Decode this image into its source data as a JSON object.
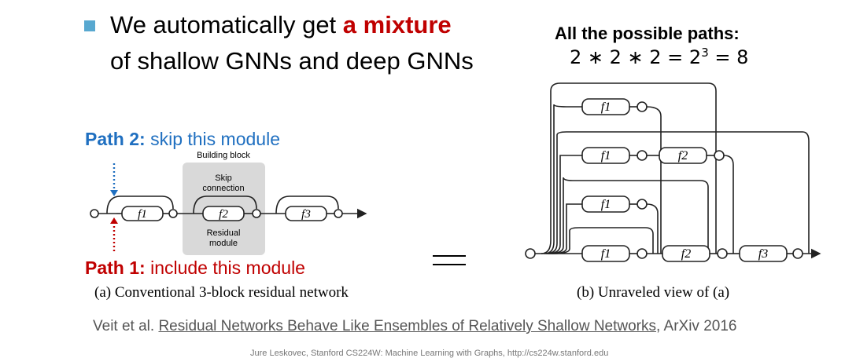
{
  "headline": {
    "line1_plain": "We automatically get ",
    "line1_highlight": "a mixture",
    "line2_highlight": "of shallow GNNs and deep GNNs"
  },
  "paths": {
    "title": "All the possible paths:",
    "formula_main": "2 ∗ 2 ∗ 2 = 2",
    "formula_exp": "3",
    "formula_result": " = 8"
  },
  "path2": {
    "label": "Path 2:",
    "text": " skip this module"
  },
  "path1": {
    "label": "Path 1:",
    "text": " include this module"
  },
  "diagram_a": {
    "building_block": "Building block",
    "skip_line1": "Skip",
    "skip_line2": "connection",
    "residual_line1": "Residual",
    "residual_line2": "module",
    "f1": "f1",
    "f2": "f2",
    "f3": "f3"
  },
  "caption_a": "(a) Conventional 3-block residual network",
  "caption_b": "(b) Unraveled view of (a)",
  "citation": {
    "author": "Veit et al. ",
    "title": "Residual Networks Behave Like Ensembles of Relatively Shallow Networks",
    "venue": ", ArXiv 2016"
  },
  "footer": "Jure Leskovec, Stanford CS224W: Machine Learning with Graphs, http://cs224w.stanford.edu",
  "colors": {
    "accent_red": "#c00000",
    "accent_blue": "#1f6fc0",
    "bullet": "#58a8d0"
  }
}
